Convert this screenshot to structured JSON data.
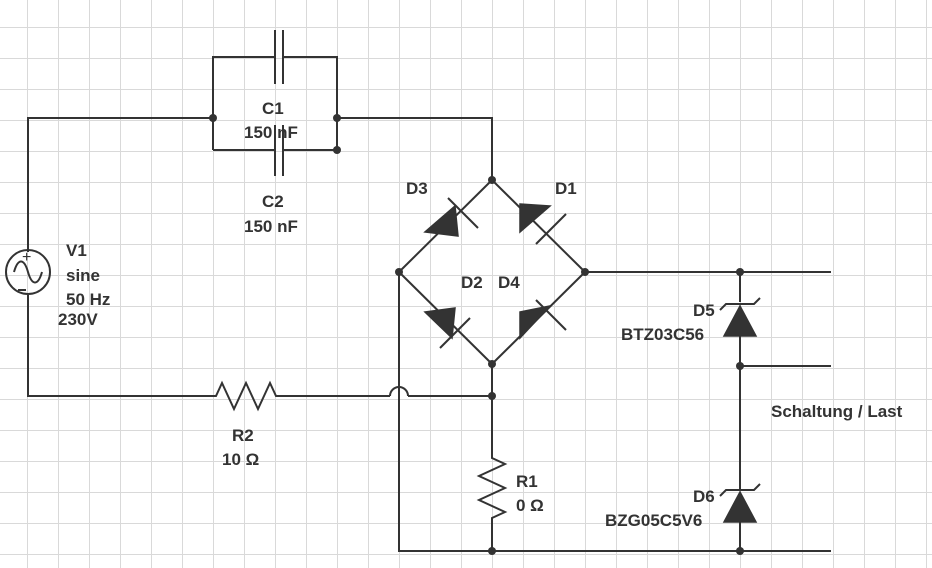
{
  "components": {
    "c1": {
      "ref": "C1",
      "value": "150 nF"
    },
    "c2": {
      "ref": "C2",
      "value": "150 nF"
    },
    "v1": {
      "ref": "V1",
      "type": "sine",
      "freq": "50 Hz",
      "voltage": "230V"
    },
    "r2": {
      "ref": "R2",
      "value": "10 Ω"
    },
    "r1": {
      "ref": "R1",
      "value": "0 Ω"
    },
    "d1": {
      "ref": "D1"
    },
    "d2": {
      "ref": "D2"
    },
    "d3": {
      "ref": "D3"
    },
    "d4": {
      "ref": "D4"
    },
    "d5": {
      "ref": "D5",
      "part": "BTZ03C56"
    },
    "d6": {
      "ref": "D6",
      "part": "BZG05C5V6"
    }
  },
  "load_label": "Schaltung / Last",
  "colors": {
    "wire": "#333333",
    "grid": "#d9d9d9",
    "background": "#ffffff"
  }
}
